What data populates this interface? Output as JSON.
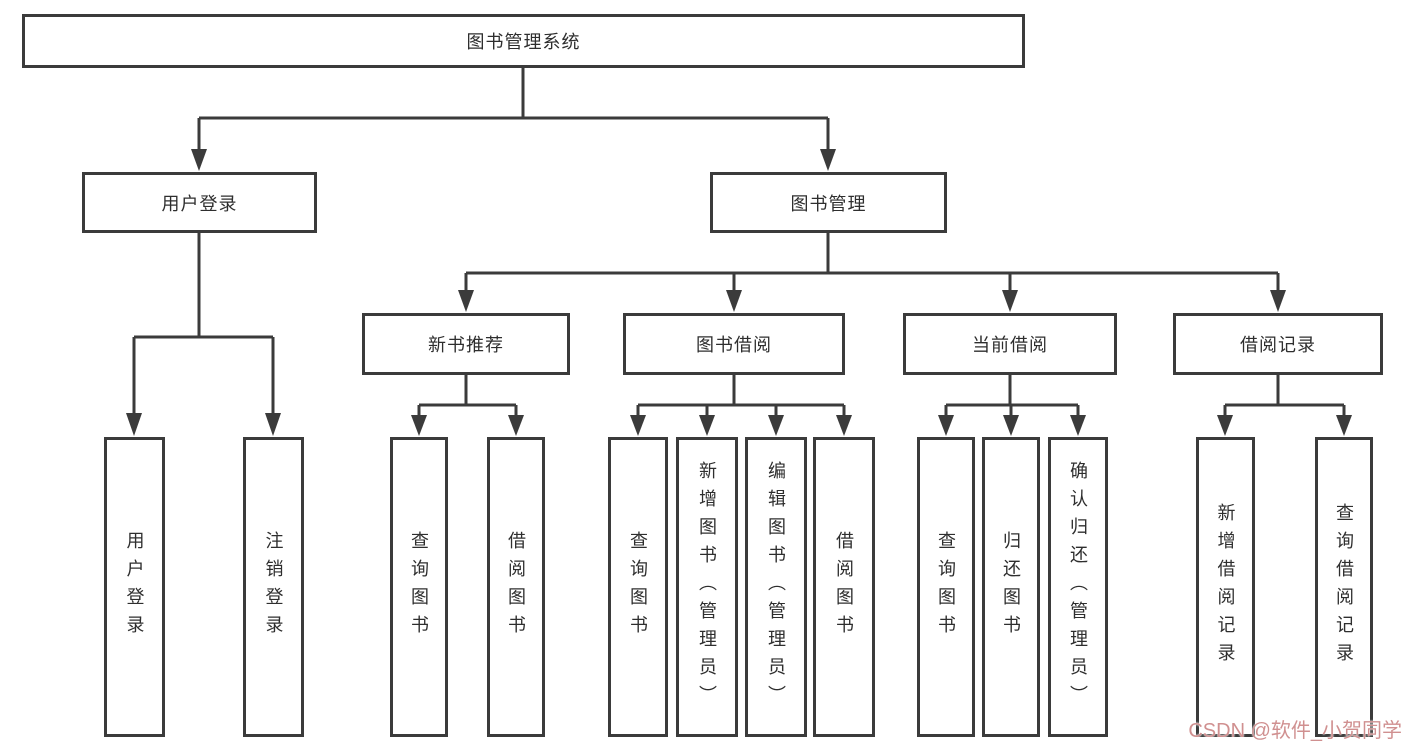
{
  "title": "图书管理系统",
  "branches": {
    "user_login": {
      "label": "用户登录",
      "leaves": [
        "用户登录",
        "注销登录"
      ]
    },
    "book_mgmt": {
      "label": "图书管理",
      "sections": {
        "new_books": {
          "label": "新书推荐",
          "leaves": [
            "查询图书",
            "借阅图书"
          ]
        },
        "book_borrow": {
          "label": "图书借阅",
          "leaves": [
            "查询图书",
            "新增图书（管理员）",
            "编辑图书（管理员）",
            "借阅图书"
          ]
        },
        "current_borrow": {
          "label": "当前借阅",
          "leaves": [
            "查询图书",
            "归还图书",
            "确认归还（管理员）"
          ]
        },
        "borrow_records": {
          "label": "借阅记录",
          "leaves": [
            "新增借阅记录",
            "查询借阅记录"
          ]
        }
      }
    }
  },
  "watermark": "CSDN @软件_小贺同学",
  "colors": {
    "line": "#3b3b3b",
    "box_border": "#3b3b3b",
    "text": "#2e2e2e",
    "background": "#ffffff",
    "watermark": "#d09090"
  }
}
